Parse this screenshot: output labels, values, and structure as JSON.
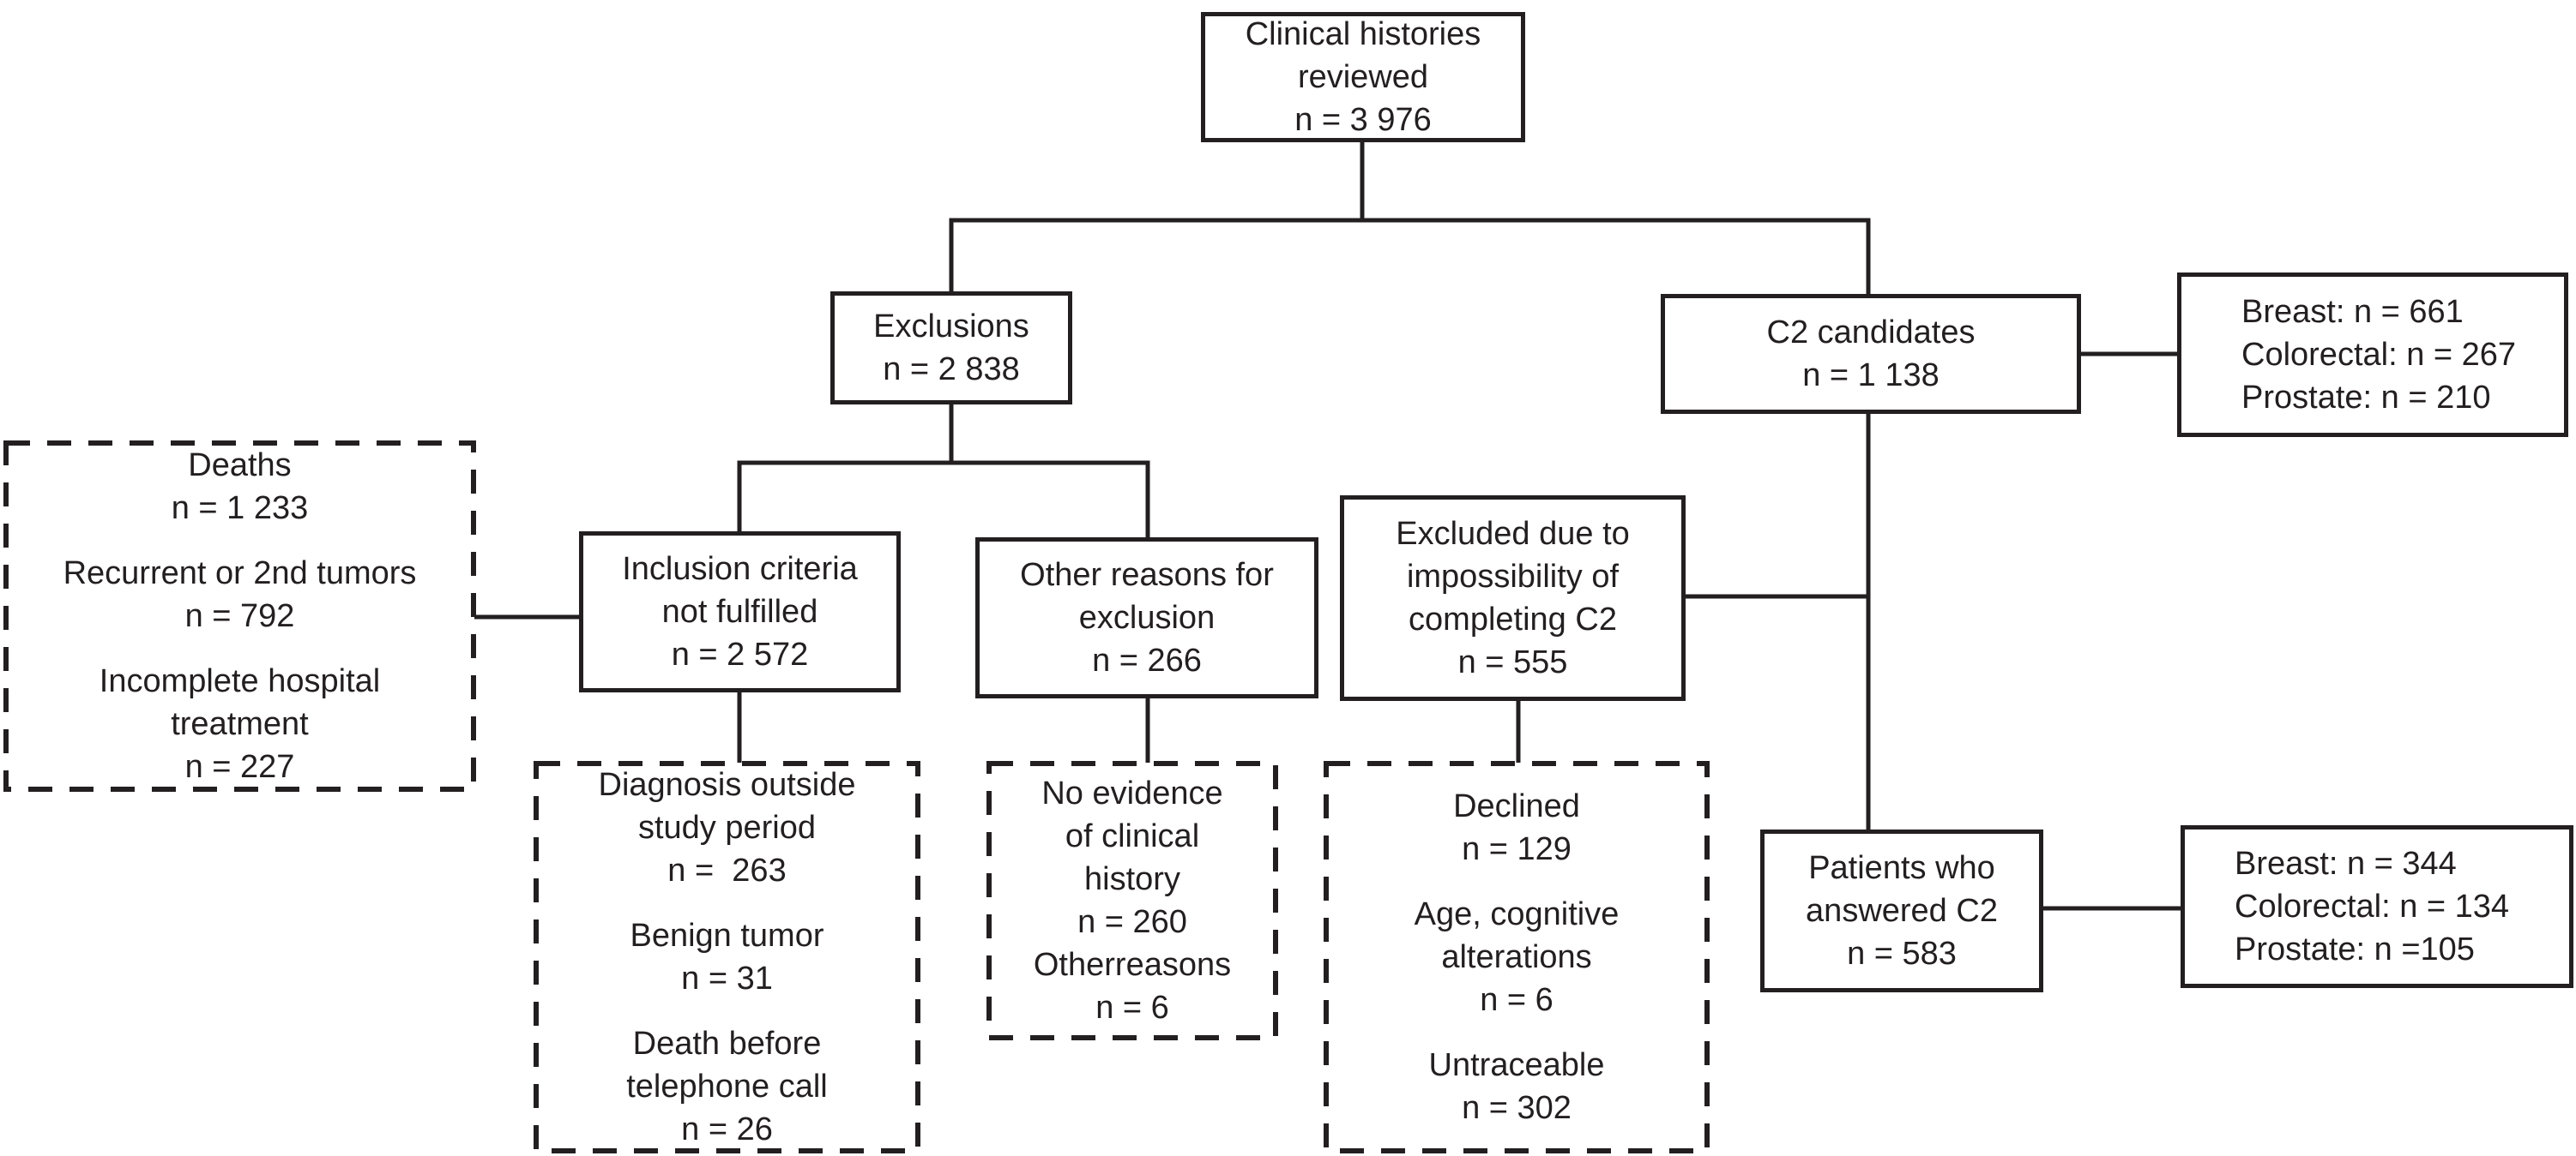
{
  "figure": {
    "type": "study-flowchart",
    "description_root": "Clinical histories reviewed"
  },
  "colors": {
    "line": "#231f20",
    "text": "#231f20",
    "background": "#ffffff"
  },
  "boxes": {
    "clinical_histories": {
      "lines": [
        "Clinical histories",
        "reviewed",
        "n = 3 976"
      ]
    },
    "exclusions": {
      "lines": [
        "Exclusions",
        "n = 2 838"
      ]
    },
    "c2_candidates": {
      "lines": [
        "C2 candidates",
        "n = 1 138"
      ]
    },
    "c2_by_cancer": {
      "lines": [
        "Breast: n = 661",
        "Colorectal: n = 267",
        "Prostate: n = 210"
      ]
    },
    "exclusion_details": {
      "groups": [
        [
          "Deaths",
          "n = 1 233"
        ],
        [
          "Recurrent or 2nd tumors",
          "n = 792"
        ],
        [
          "Incomplete hospital",
          "treatment",
          "n = 227"
        ]
      ]
    },
    "inclusion_criteria": {
      "lines": [
        "Inclusion criteria",
        "not fulfilled",
        "n = 2 572"
      ]
    },
    "other_reasons": {
      "lines": [
        "Other reasons for",
        "exclusion",
        "n = 266"
      ]
    },
    "excluded_c2": {
      "lines": [
        "Excluded due to",
        "impossibility of",
        "completing C2",
        "n = 555"
      ]
    },
    "inclusion_details": {
      "groups": [
        [
          "Diagnosis outside",
          "study period",
          "n =  263"
        ],
        [
          "Benign tumor",
          "n = 31"
        ],
        [
          "Death before",
          "telephone call",
          "n = 26"
        ]
      ]
    },
    "other_details": {
      "groups": [
        [
          "No evidence",
          "of clinical",
          "history",
          "n = 260",
          "Otherreasons",
          "n = 6"
        ]
      ]
    },
    "excluded_details": {
      "groups": [
        [
          "Declined",
          "n = 129"
        ],
        [
          "Age, cognitive",
          "alterations",
          "n = 6"
        ],
        [
          "Untraceable",
          "n = 302"
        ]
      ]
    },
    "answered_c2": {
      "lines": [
        "Patients who",
        "answered C2",
        "n = 583"
      ]
    },
    "answered_by_cancer": {
      "lines": [
        "Breast: n = 344",
        "Colorectal: n = 134",
        "Prostate: n =105"
      ]
    }
  }
}
